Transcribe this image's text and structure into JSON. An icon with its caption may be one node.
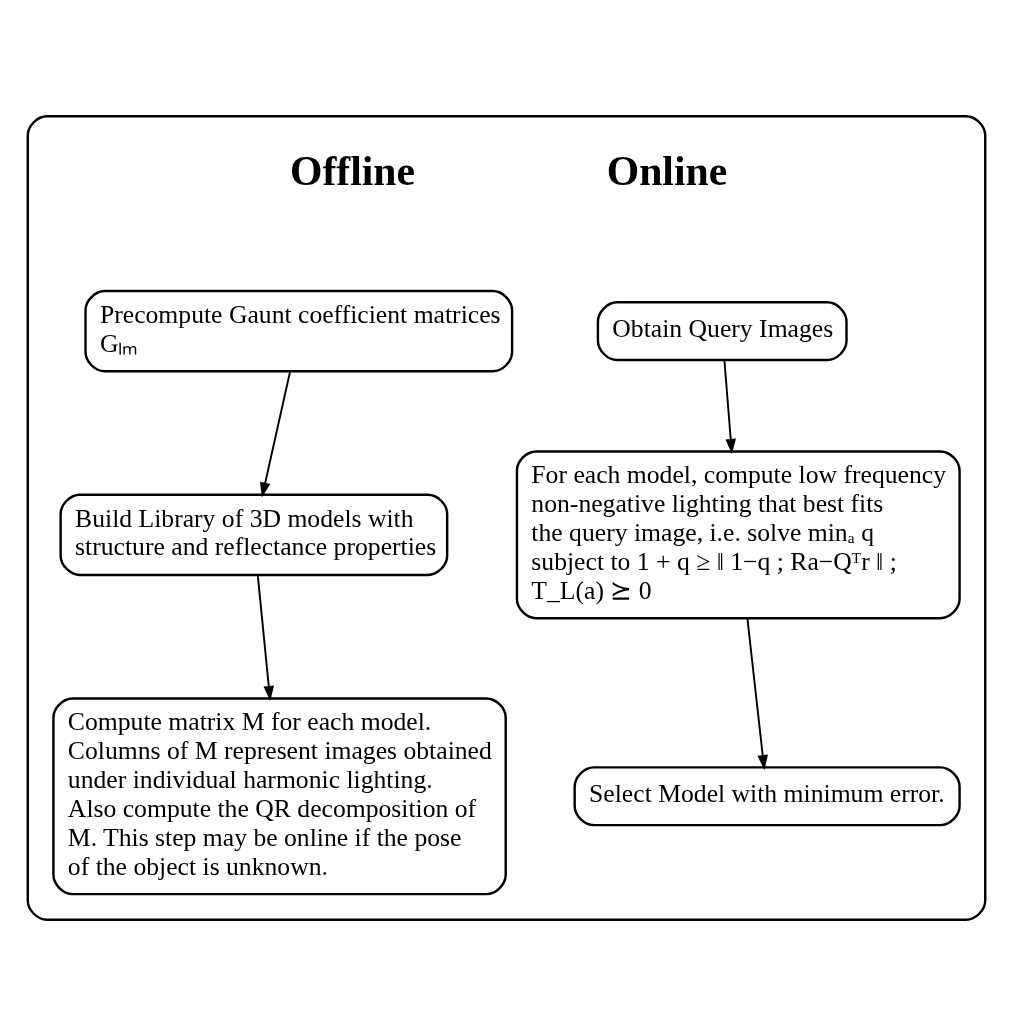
{
  "diagram": {
    "nodes": [
      {
        "text": [],
        "shape": "box"
      },
      {
        "text": [
          "Precompute Gaunt coefficient matrices Gₗₘ"
        ],
        "in": 0
      },
      {
        "text": [
          "Build Library of 3D models with structure and reflectance properties"
        ],
        "in": 0
      },
      {
        "text": [
          "Compute matrix M for each model. Columns of M represent images obtained under individual harmonic lighting. Also compute the QR decomposition of M. This step may be online if the pose of the object is unknown."
        ],
        "in": 0
      },
      {
        "text": [
          "Obtain Query Images"
        ],
        "in": 0
      },
      {
        "text": [
          "For each model, compute low frequency non-negative lighting that best fits the query image, i.e. solve minₐ q subject to 1 + q ≥ ‖ 1−q ; Ra−Qᵀr ‖ ; T_L(a) ⪰ 0"
        ],
        "in": 0
      },
      {
        "text": [
          "Select Model with minimum error."
        ],
        "in": 0
      }
    ],
    "edges": [
      {
        "from": 1,
        "to": 2,
        "arrow": "to"
      },
      {
        "from": 2,
        "to": 3,
        "arrow": "to"
      },
      {
        "from": 4,
        "to": 5,
        "arrow": "to"
      },
      {
        "from": 5,
        "to": 6,
        "arrow": "to"
      }
    ],
    "labels": [
      "Offline",
      "Online"
    ]
  }
}
